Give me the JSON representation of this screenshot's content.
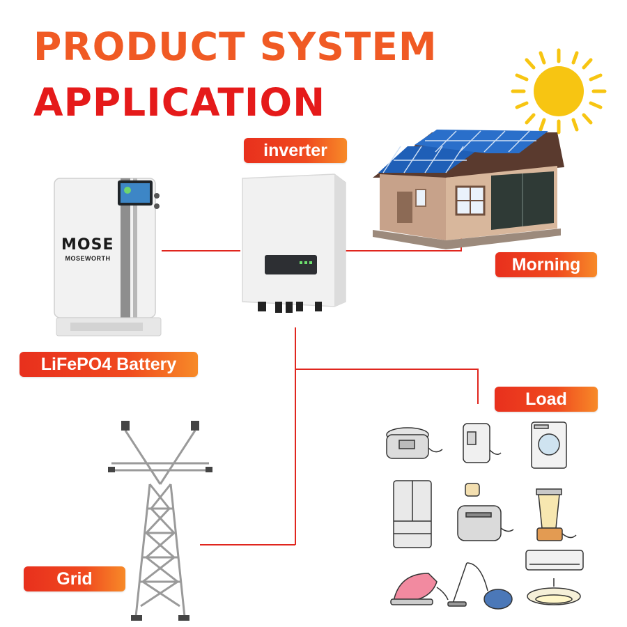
{
  "title": {
    "line1": "PRODUCT SYSTEM",
    "line2": "APPLICATION"
  },
  "labels": {
    "inverter": "inverter",
    "morning": "Morning",
    "battery": "LiFePO4 Battery",
    "load": "Load",
    "grid": "Grid"
  },
  "battery_brand": {
    "logo": "MOSE",
    "name": "MOSEWORTH"
  },
  "colors": {
    "title_orange": "#f05a24",
    "title_red": "#e51a1a",
    "tag_red": "#e8301d",
    "wire": "#e0261e",
    "sun": "#f7c512"
  },
  "icons": [
    "sun-icon",
    "solar-house",
    "inverter-unit",
    "battery-cabinet",
    "transmission-tower",
    "household-appliances"
  ]
}
